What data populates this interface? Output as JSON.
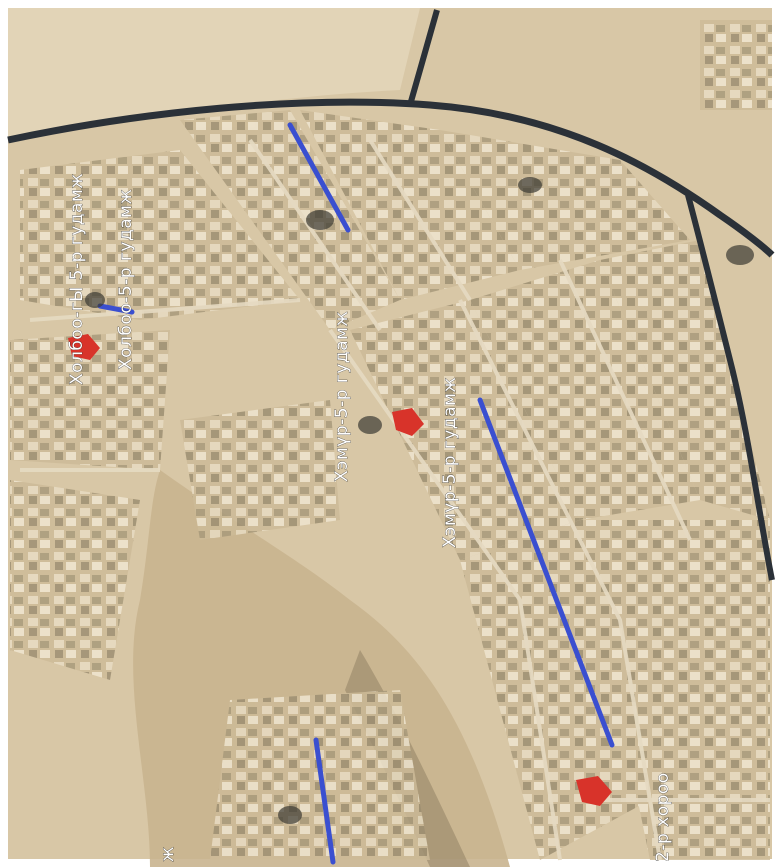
{
  "map": {
    "labels": {
      "street_a": "Холбоо-гЫ 5-р гудамж",
      "street_b": "Холбоо-5-р гудамж",
      "street_c": "Хэмүр-5-р гудамж",
      "street_d": "Хэмүр-5-р гудамж",
      "street_e": "2-р хороо",
      "street_f": "ж"
    },
    "colors": {
      "ground": "#d8c7a6",
      "road": "#2b3138",
      "highlight_line": "#3a4fd0",
      "marker": "#d8332a",
      "building": "#b9a987"
    }
  }
}
